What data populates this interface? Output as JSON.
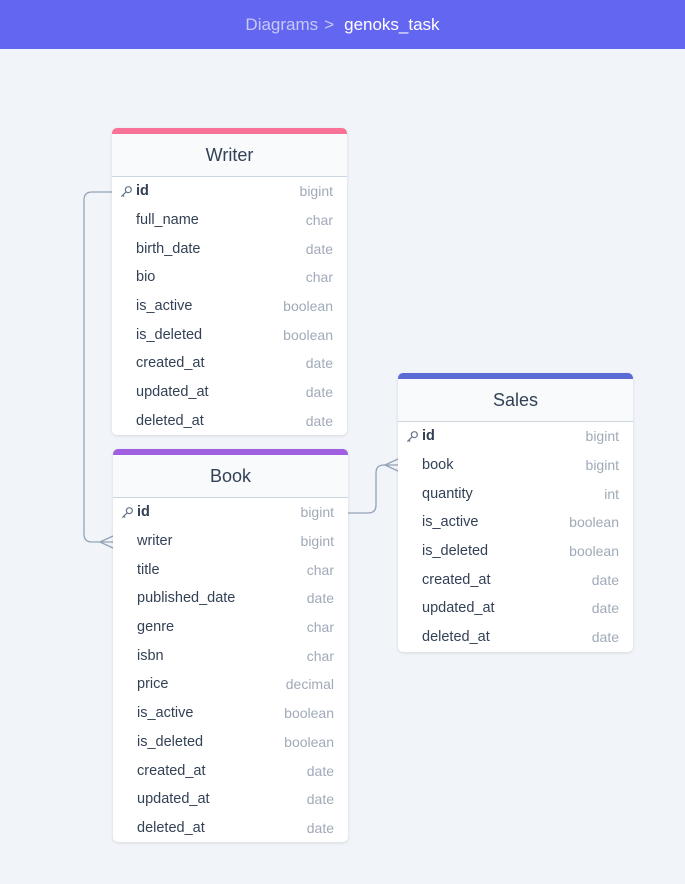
{
  "breadcrumb": {
    "parent": "Diagrams",
    "separator": ">",
    "current": "genoks_task"
  },
  "colors": {
    "topbar": "#6366f1",
    "writer": "#f87196",
    "book": "#9f5fe0",
    "sales": "#5b6bd6"
  },
  "tables": {
    "writer": {
      "name": "Writer",
      "fields": [
        {
          "name": "id",
          "type": "bigint",
          "pk": true
        },
        {
          "name": "full_name",
          "type": "char"
        },
        {
          "name": "birth_date",
          "type": "date"
        },
        {
          "name": "bio",
          "type": "char"
        },
        {
          "name": "is_active",
          "type": "boolean"
        },
        {
          "name": "is_deleted",
          "type": "boolean"
        },
        {
          "name": "created_at",
          "type": "date"
        },
        {
          "name": "updated_at",
          "type": "date"
        },
        {
          "name": "deleted_at",
          "type": "date"
        }
      ]
    },
    "book": {
      "name": "Book",
      "fields": [
        {
          "name": "id",
          "type": "bigint",
          "pk": true
        },
        {
          "name": "writer",
          "type": "bigint"
        },
        {
          "name": "title",
          "type": "char"
        },
        {
          "name": "published_date",
          "type": "date"
        },
        {
          "name": "genre",
          "type": "char"
        },
        {
          "name": "isbn",
          "type": "char"
        },
        {
          "name": "price",
          "type": "decimal"
        },
        {
          "name": "is_active",
          "type": "boolean"
        },
        {
          "name": "is_deleted",
          "type": "boolean"
        },
        {
          "name": "created_at",
          "type": "date"
        },
        {
          "name": "updated_at",
          "type": "date"
        },
        {
          "name": "deleted_at",
          "type": "date"
        }
      ]
    },
    "sales": {
      "name": "Sales",
      "fields": [
        {
          "name": "id",
          "type": "bigint",
          "pk": true
        },
        {
          "name": "book",
          "type": "bigint"
        },
        {
          "name": "quantity",
          "type": "int"
        },
        {
          "name": "is_active",
          "type": "boolean"
        },
        {
          "name": "is_deleted",
          "type": "boolean"
        },
        {
          "name": "created_at",
          "type": "date"
        },
        {
          "name": "updated_at",
          "type": "date"
        },
        {
          "name": "deleted_at",
          "type": "date"
        }
      ]
    }
  },
  "relations": [
    {
      "from": "writer.id",
      "to": "book.writer",
      "cardinality": "one-to-many"
    },
    {
      "from": "book.id",
      "to": "sales.book",
      "cardinality": "one-to-many"
    }
  ]
}
